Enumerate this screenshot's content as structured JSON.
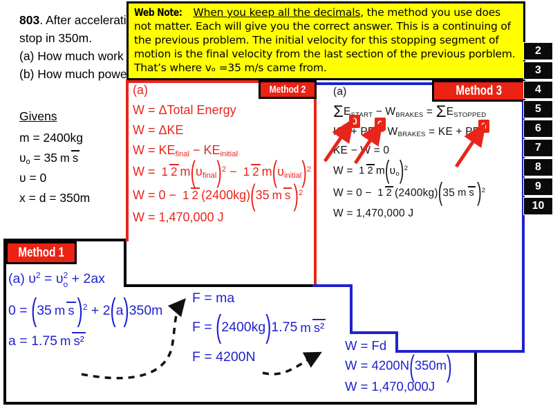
{
  "problem": {
    "number": "803",
    "line1": ".  After accelerati",
    "line2": "stop in 350m.",
    "line3": "(a) How much work i",
    "line4": "(b) How much power"
  },
  "web_note": {
    "label": "Web Note:",
    "underlined": "When you keep all the decimals",
    "body": ", the method you use does not matter. Each will give you the correct answer. This is a continuing of the previous problem. The initial velocity for this stopping segment of motion is the final velocity from the last section of the previous porblem. That’s where vₒ =35 m/s came from."
  },
  "givens": {
    "title": "Givens",
    "lines": [
      [
        [
          "t",
          "m = 2400kg"
        ]
      ],
      [
        [
          "t",
          "υ"
        ],
        [
          "sub",
          "o"
        ],
        [
          "t",
          " = 35"
        ],
        [
          "frac",
          "m",
          "s"
        ]
      ],
      [
        [
          "t",
          "υ = 0"
        ]
      ],
      [
        [
          "t",
          "x = d = 350m"
        ]
      ]
    ]
  },
  "method1": {
    "label": "Method 1",
    "lines": [
      [
        [
          "t",
          "(a) υ"
        ],
        [
          "sup",
          "2"
        ],
        [
          "t",
          " = υ"
        ],
        [
          "ss",
          "2",
          "o"
        ],
        [
          "t",
          " + 2ax"
        ]
      ],
      [
        [
          "t",
          "0 = "
        ],
        [
          "big",
          "("
        ],
        [
          "t",
          "35"
        ],
        [
          "frac",
          "m",
          "s"
        ],
        [
          "big",
          ")"
        ],
        [
          "sup",
          "2"
        ],
        [
          "t",
          " + 2"
        ],
        [
          "big",
          "("
        ],
        [
          "t",
          "a"
        ],
        [
          "big",
          ")"
        ],
        [
          "t",
          "350m"
        ]
      ],
      [
        [
          "t",
          "a = 1.75"
        ],
        [
          "frac",
          "m",
          "s²"
        ]
      ]
    ]
  },
  "method2": {
    "label": "Method 2",
    "lines": [
      [
        [
          "t",
          "(a)"
        ]
      ],
      [
        [
          "t",
          "W = ΔTotal Energy"
        ]
      ],
      [
        [
          "t",
          "W = ΔKE"
        ]
      ],
      [
        [
          "t",
          "W = KE"
        ],
        [
          "sub",
          "final"
        ],
        [
          "t",
          " − KE"
        ],
        [
          "sub",
          "initial"
        ]
      ],
      [
        [
          "t",
          "W = "
        ],
        [
          "frac",
          "1",
          "2"
        ],
        [
          "t",
          "m"
        ],
        [
          "big",
          "("
        ],
        [
          "t",
          "υ"
        ],
        [
          "sub",
          "final"
        ],
        [
          "big",
          ")"
        ],
        [
          "sup",
          "2"
        ],
        [
          "t",
          " − "
        ],
        [
          "frac",
          "1",
          "2"
        ],
        [
          "t",
          "m"
        ],
        [
          "big",
          "("
        ],
        [
          "t",
          "υ"
        ],
        [
          "sub",
          "initial"
        ],
        [
          "big",
          ")"
        ],
        [
          "sup",
          "2"
        ]
      ],
      [
        [
          "t",
          "W = 0 − "
        ],
        [
          "frac",
          "1",
          "2"
        ],
        [
          "t",
          "(2400kg)"
        ],
        [
          "big",
          "("
        ],
        [
          "t",
          "35"
        ],
        [
          "frac",
          "m",
          "s"
        ],
        [
          "big",
          ")"
        ],
        [
          "sup",
          "2"
        ]
      ],
      [
        [
          "t",
          "W = 1,470,000 J"
        ]
      ]
    ]
  },
  "method3": {
    "label": "Method 3",
    "zeros": [
      "0",
      "0",
      "0"
    ],
    "lines": [
      [
        [
          "t",
          "(a)"
        ]
      ],
      [
        [
          "sig",
          "Σ"
        ],
        [
          "t",
          "E"
        ],
        [
          "sub",
          "START"
        ],
        [
          "t",
          " − W"
        ],
        [
          "sub",
          "BRAKES"
        ],
        [
          "t",
          " = "
        ],
        [
          "sig",
          "Σ"
        ],
        [
          "t",
          "E"
        ],
        [
          "sub",
          "STOPPED"
        ]
      ],
      [
        [
          "t",
          "KE + PE − W"
        ],
        [
          "sub",
          "BRAKES"
        ],
        [
          "t",
          " = KE + PE"
        ]
      ],
      [
        [
          "t",
          "KE − W = 0"
        ]
      ],
      [
        [
          "t",
          "W = "
        ],
        [
          "frac",
          "1",
          "2"
        ],
        [
          "t",
          "m"
        ],
        [
          "big",
          "("
        ],
        [
          "t",
          "υ"
        ],
        [
          "sub",
          "o"
        ],
        [
          "big",
          ")"
        ],
        [
          "sup",
          "2"
        ]
      ],
      [
        [
          "t",
          "W = 0 − "
        ],
        [
          "frac",
          "1",
          "2"
        ],
        [
          "t",
          "(2400kg)"
        ],
        [
          "big",
          "("
        ],
        [
          "t",
          "35"
        ],
        [
          "frac",
          "m",
          "s"
        ],
        [
          "big",
          ")"
        ],
        [
          "sup",
          "2"
        ]
      ],
      [
        [
          "t",
          "W = 1,470,000 J"
        ]
      ]
    ]
  },
  "fma": {
    "lines": [
      [
        [
          "t",
          "F = ma"
        ]
      ],
      [
        [
          "t",
          "F = "
        ],
        [
          "big",
          "("
        ],
        [
          "t",
          "2400kg"
        ],
        [
          "big",
          ")"
        ],
        [
          "t",
          "1.75"
        ],
        [
          "frac",
          "m",
          "s²"
        ]
      ],
      [
        [
          "t",
          "F = 4200N"
        ]
      ]
    ]
  },
  "wfd": {
    "lines": [
      [
        [
          "t",
          "W = Fd"
        ]
      ],
      [
        [
          "t",
          "W = 4200N"
        ],
        [
          "big",
          "("
        ],
        [
          "t",
          "350m"
        ],
        [
          "big",
          ")"
        ]
      ],
      [
        [
          "t",
          "W = 1,470,000J"
        ]
      ]
    ]
  },
  "tabs": [
    "2",
    "3",
    "4",
    "5",
    "6",
    "7",
    "8",
    "9",
    "10"
  ],
  "colors": {
    "note_yellow": "#ffff00",
    "accent_red": "#ea2314",
    "equation_blue": "#1e22cc",
    "tab_black": "#0a0a0a"
  }
}
